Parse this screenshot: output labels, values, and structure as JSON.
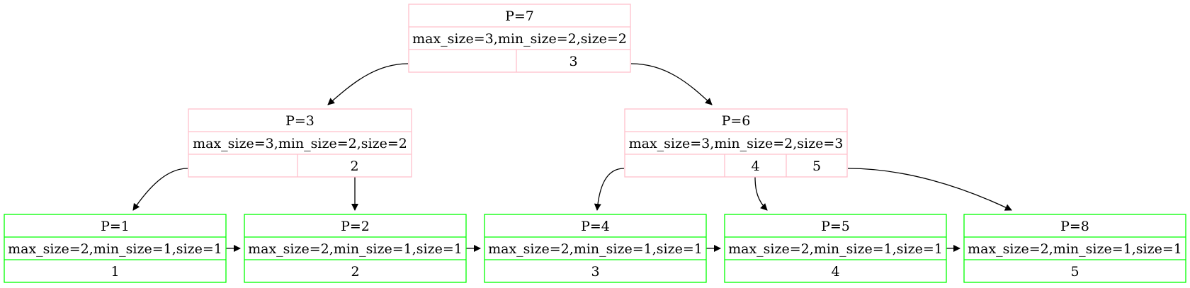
{
  "internal_nodes": [
    {
      "id": "p7",
      "title": "P=7",
      "info": "max_size=3,min_size=2,size=2",
      "keys": [
        "",
        "3"
      ],
      "color": "#ffc0cb"
    },
    {
      "id": "p3",
      "title": "P=3",
      "info": "max_size=3,min_size=2,size=2",
      "keys": [
        "",
        "2"
      ],
      "color": "#ffc0cb"
    },
    {
      "id": "p6",
      "title": "P=6",
      "info": "max_size=3,min_size=2,size=3",
      "keys": [
        "",
        "4",
        "5"
      ],
      "color": "#ffc0cb"
    }
  ],
  "leaf_nodes": [
    {
      "id": "p1",
      "title": "P=1",
      "info": "max_size=2,min_size=1,size=1",
      "value": "1",
      "color": "#00ff00"
    },
    {
      "id": "p2",
      "title": "P=2",
      "info": "max_size=2,min_size=1,size=1",
      "value": "2",
      "color": "#00ff00"
    },
    {
      "id": "p4",
      "title": "P=4",
      "info": "max_size=2,min_size=1,size=1",
      "value": "3",
      "color": "#00ff00"
    },
    {
      "id": "p5",
      "title": "P=5",
      "info": "max_size=2,min_size=1,size=1",
      "value": "4",
      "color": "#00ff00"
    },
    {
      "id": "p8",
      "title": "P=8",
      "info": "max_size=2,min_size=1,size=1",
      "value": "5",
      "color": "#00ff00"
    }
  ],
  "edges": [
    {
      "from": "p7",
      "to": "p3",
      "kind": "child"
    },
    {
      "from": "p7",
      "to": "p6",
      "kind": "child"
    },
    {
      "from": "p3",
      "to": "p1",
      "kind": "child"
    },
    {
      "from": "p3",
      "to": "p2",
      "kind": "child"
    },
    {
      "from": "p6",
      "to": "p4",
      "kind": "child"
    },
    {
      "from": "p6",
      "to": "p5",
      "kind": "child"
    },
    {
      "from": "p6",
      "to": "p8",
      "kind": "child"
    },
    {
      "from": "p1",
      "to": "p2",
      "kind": "sibling"
    },
    {
      "from": "p2",
      "to": "p4",
      "kind": "sibling"
    },
    {
      "from": "p4",
      "to": "p5",
      "kind": "sibling"
    },
    {
      "from": "p5",
      "to": "p8",
      "kind": "sibling"
    }
  ]
}
